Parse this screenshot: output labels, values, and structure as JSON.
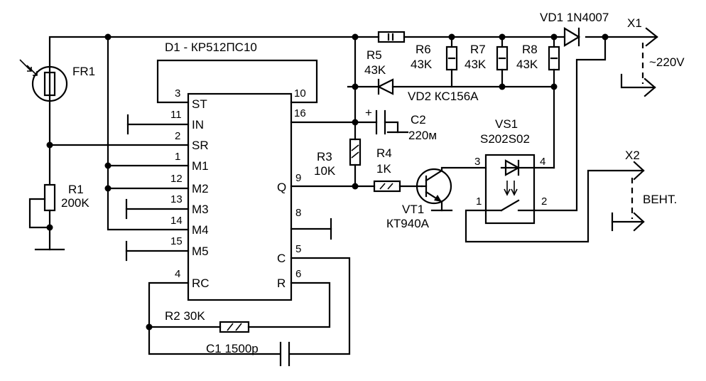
{
  "title": "D1 - КР512ПС10",
  "ic": {
    "pins_left": [
      {
        "num": "3",
        "name": "ST"
      },
      {
        "num": "11",
        "name": "IN"
      },
      {
        "num": "2",
        "name": "SR"
      },
      {
        "num": "1",
        "name": "M1"
      },
      {
        "num": "12",
        "name": "M2"
      },
      {
        "num": "13",
        "name": "M3"
      },
      {
        "num": "14",
        "name": "M4"
      },
      {
        "num": "15",
        "name": "M5"
      },
      {
        "num": "4",
        "name": "RC"
      }
    ],
    "pins_right": [
      {
        "num": "10",
        "name": ""
      },
      {
        "num": "16",
        "name": ""
      },
      {
        "num": "9",
        "name": "Q"
      },
      {
        "num": "8",
        "name": ""
      },
      {
        "num": "5",
        "name": "C"
      },
      {
        "num": "6",
        "name": "R"
      }
    ]
  },
  "components": {
    "fr1": "FR1",
    "r1_name": "R1",
    "r1_value": "200K",
    "r2": "R2 30K",
    "c1": "C1 1500p",
    "r3_name": "R3",
    "r3_value": "10K",
    "r4_name": "R4",
    "r4_value": "1K",
    "r5_name": "R5",
    "r5_value": "43K",
    "r6_name": "R6",
    "r6_value": "43K",
    "r7_name": "R7",
    "r7_value": "43K",
    "r8_name": "R8",
    "r8_value": "43K",
    "c2_name": "C2",
    "c2_value": "220м",
    "c2_plus": "+",
    "vd1": "VD1 1N4007",
    "vd2": "VD2 КС156А",
    "vt1_name": "VT1",
    "vt1_value": "КТ940А",
    "vs1_name": "VS1",
    "vs1_value": "S202S02",
    "vs1_pins": [
      "3",
      "4",
      "1",
      "2"
    ],
    "x1": "X1",
    "x1_voltage": "~220V",
    "x2": "X2",
    "x2_load": "ВЕНТ."
  }
}
